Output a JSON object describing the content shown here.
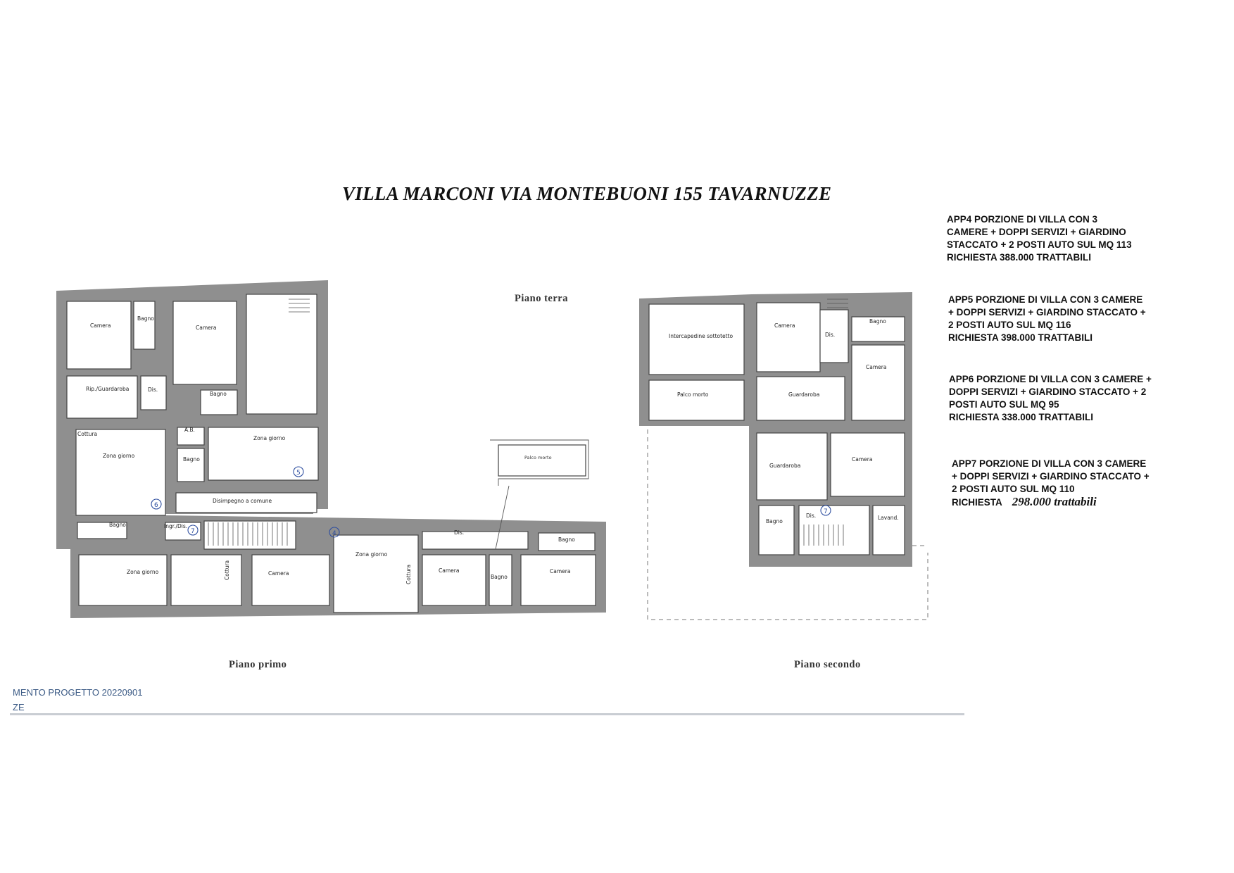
{
  "title": "VILLA MARCONI VIA MONTEBUONI 155 TAVARNUZZE",
  "apartments": [
    {
      "id": "APP4",
      "lines": [
        "APP4  PORZIONE DI VILLA CON 3",
        "CAMERE + DOPPI SERVIZI + GIARDINO",
        "STACCATO + 2 POSTI AUTO SUL MQ 113",
        "RICHIESTA 388.000 TRATTABILI"
      ]
    },
    {
      "id": "APP5",
      "lines": [
        "APP5  PORZIONE DI VILLA CON 3 CAMERE",
        "+ DOPPI SERVIZI + GIARDINO STACCATO +",
        "2 POSTI AUTO SUL MQ 116",
        "RICHIESTA 398.000 TRATTABILI"
      ]
    },
    {
      "id": "APP6",
      "lines": [
        "APP6  PORZIONE DI VILLA CON 3 CAMERE +",
        "DOPPI SERVIZI + GIARDINO STACCATO + 2",
        "POSTI AUTO SUL MQ 95",
        "RICHIESTA 338.000 TRATTABILI"
      ]
    },
    {
      "id": "APP7",
      "lines": [
        "APP7  PORZIONE DI VILLA CON 3 CAMERE",
        "+ DOPPI SERVIZI + GIARDINO STACCATO +",
        "2 POSTI AUTO SUL MQ 110"
      ],
      "price_label": "RICHIESTA",
      "price_value": "298.000 trattabili"
    }
  ],
  "floors": {
    "piano_terra": "Piano terra",
    "piano_primo": "Piano primo",
    "piano_secondo": "Piano secondo"
  },
  "rooms_first_floor": {
    "camera_1": "Camera",
    "bagno_1": "Bagno",
    "camera_2": "Camera",
    "rip_guardaroba": "Rip./Guardaroba",
    "dis_1": "Dis.",
    "bagno_2": "Bagno",
    "cottura_1": "Cottura",
    "zona_giorno_1": "Zona giorno",
    "ab": "A.B.",
    "bagno_3": "Bagno",
    "zona_giorno_2": "Zona giorno",
    "disimpegno": "Disimpegno a comune",
    "bagno_4": "Bagno",
    "ingr_dis": "Ingr./Dis.",
    "zona_giorno_3": "Zona giorno",
    "cottura_2": "Cottura",
    "camera_3": "Camera",
    "zona_giorno_4": "Zona giorno",
    "cottura_3": "Cottura",
    "dis_2": "Dis.",
    "camera_4": "Camera",
    "bagno_5": "Bagno",
    "bagno_6": "Bagno",
    "camera_5": "Camera",
    "palco_morto_t": "Palco morto"
  },
  "rooms_second_floor": {
    "intercapedine": "Intercapedine sottotetto",
    "palco_morto": "Palco morto",
    "camera_1": "Camera",
    "dis": "Dis.",
    "bagno_1": "Bagno",
    "guardaroba_1": "Guardaroba",
    "camera_2": "Camera",
    "guardaroba_2": "Guardaroba",
    "camera_3": "Camera",
    "bagno_2": "Bagno",
    "dis_2": "Dis.",
    "lavand": "Lavand."
  },
  "unit_markers": {
    "m5": "5",
    "m6": "6",
    "m7a": "7",
    "m4": "4",
    "m7b": "7"
  },
  "footer": {
    "line1": "MENTO PROGETTO 20220901",
    "line2": "ZE"
  }
}
